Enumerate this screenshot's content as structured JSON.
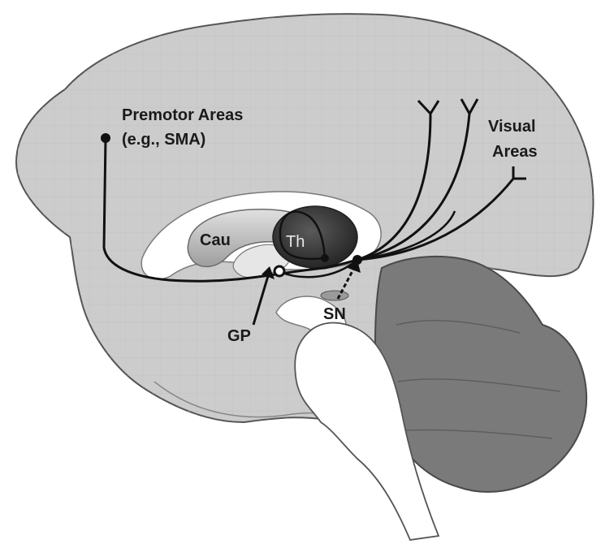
{
  "labels": {
    "premotor_line1": "Premotor Areas",
    "premotor_line2": "(e.g., SMA)",
    "visual_line1": "Visual",
    "visual_line2": "Areas",
    "caudate": "Cau",
    "thalamus": "Th",
    "globus_pallidus": "GP",
    "substantia_nigra": "SN"
  },
  "colors": {
    "brain": "#cccccc",
    "ventricle": "#ffffff",
    "cerebellum": "#7a7a7a",
    "thalamus": "#3c3c3c",
    "caudate": "#c6c6c6",
    "pathway": "#111111"
  }
}
